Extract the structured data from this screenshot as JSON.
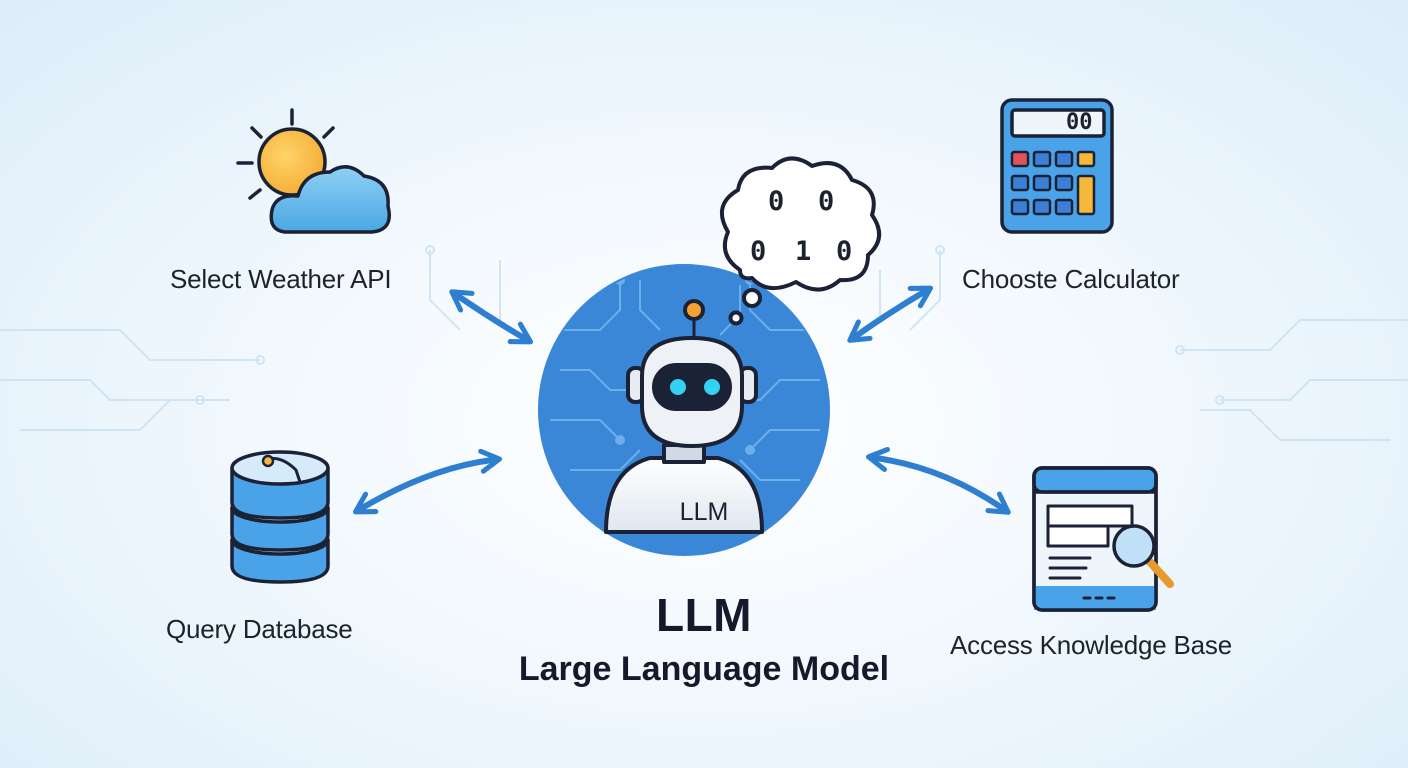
{
  "tools": {
    "weather": {
      "label": "Select Weather API",
      "icon": "sun-cloud-icon"
    },
    "calculator": {
      "label": "Chooste Calculator",
      "icon": "calculator-icon",
      "display": "00"
    },
    "database": {
      "label": "Query Database",
      "icon": "database-icon"
    },
    "knowledge": {
      "label": "Access Knowledge Base",
      "icon": "browser-search-icon"
    }
  },
  "center": {
    "robot_badge": "LLM",
    "title": "LLM",
    "subtitle": "Large Language Model",
    "icon": "robot-icon"
  },
  "thought_bubble": {
    "row1": [
      "0",
      "0"
    ],
    "row2": [
      "0",
      "1",
      "0"
    ]
  },
  "colors": {
    "accent_blue": "#2f7fd0",
    "circle_blue": "#3a87d8",
    "sun": "#f5b83a",
    "calc_red": "#e0545a",
    "calc_yellow": "#f5b83a"
  }
}
